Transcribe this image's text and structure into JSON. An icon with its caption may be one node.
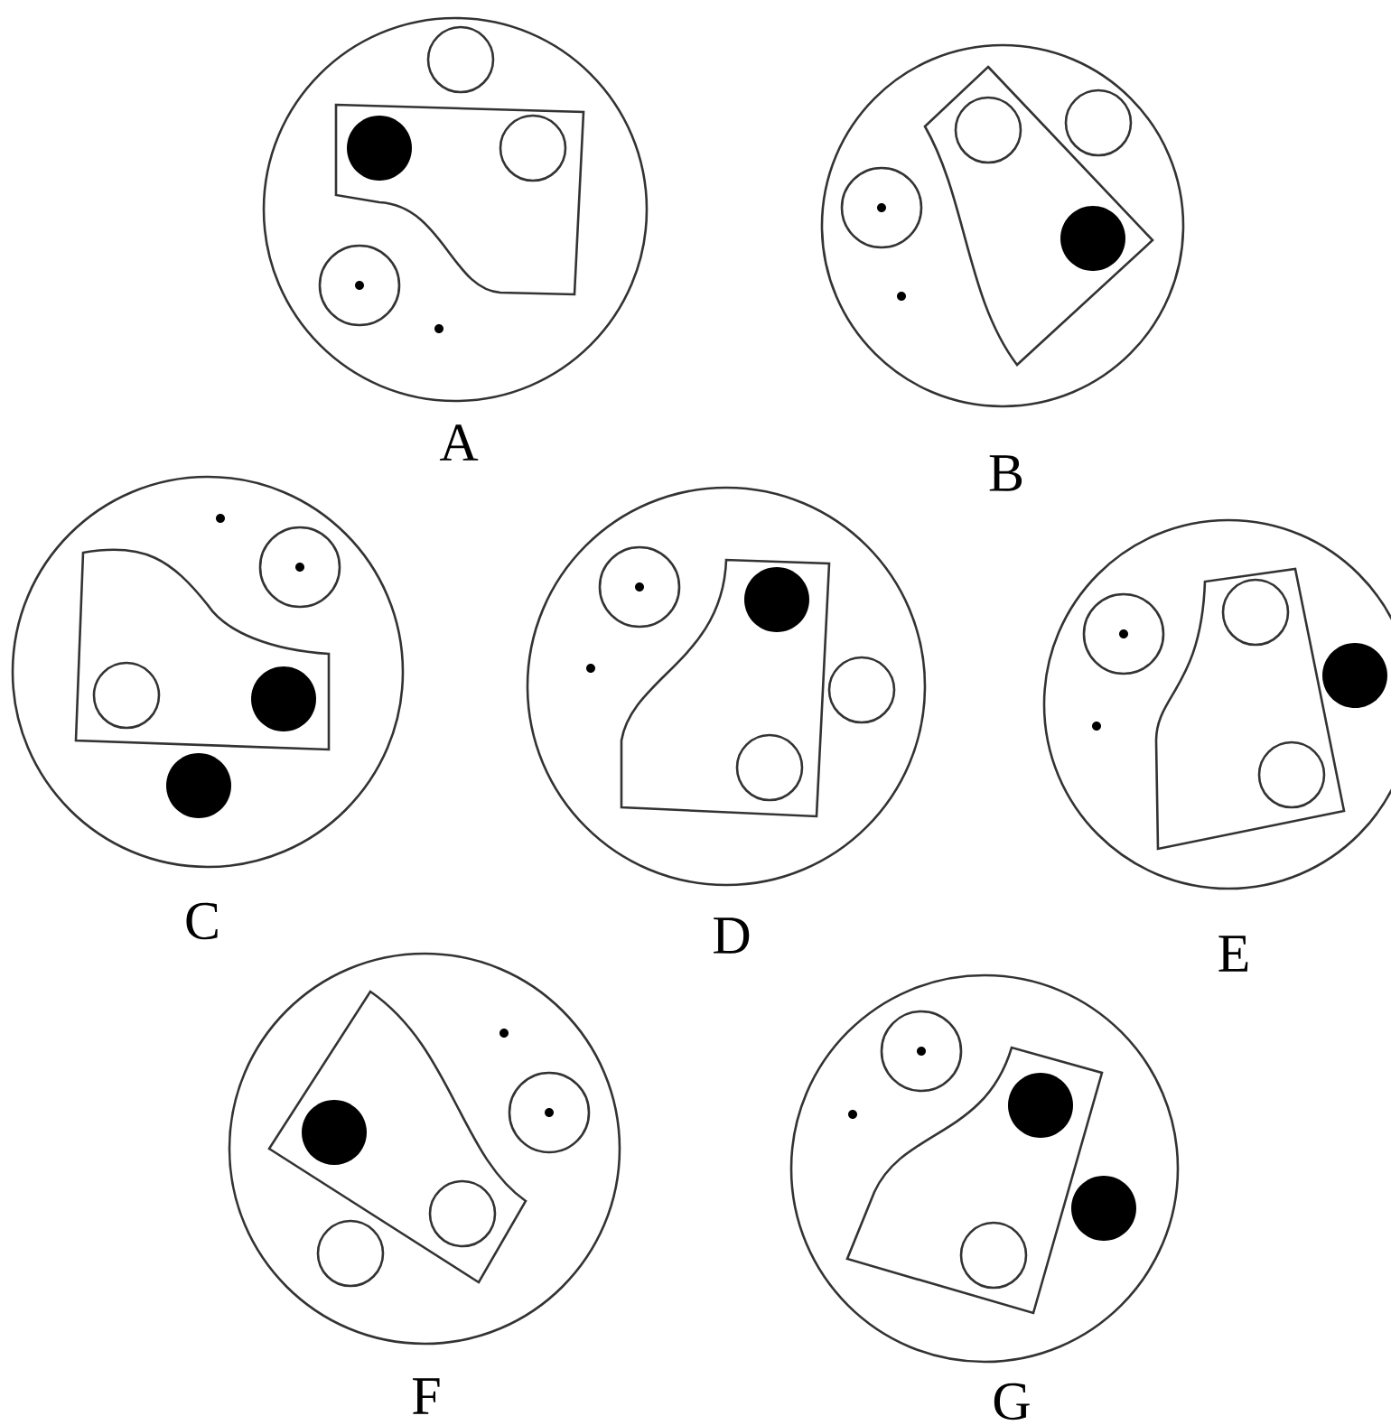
{
  "diagram": {
    "nodes": [
      {
        "text": [],
        "shape": "circle",
        "beside": [
          "A"
        ]
      },
      {
        "text": [],
        "shape": "circle",
        "beside": [
          "B"
        ]
      },
      {
        "text": [],
        "shape": "circle",
        "beside": [
          "C"
        ]
      },
      {
        "text": [],
        "shape": "circle",
        "beside": [
          "D"
        ]
      },
      {
        "text": [],
        "shape": "circle",
        "beside": [
          "E"
        ]
      },
      {
        "text": [],
        "shape": "circle",
        "beside": [
          "F"
        ]
      },
      {
        "text": [],
        "shape": "circle",
        "beside": [
          "G"
        ]
      }
    ]
  }
}
